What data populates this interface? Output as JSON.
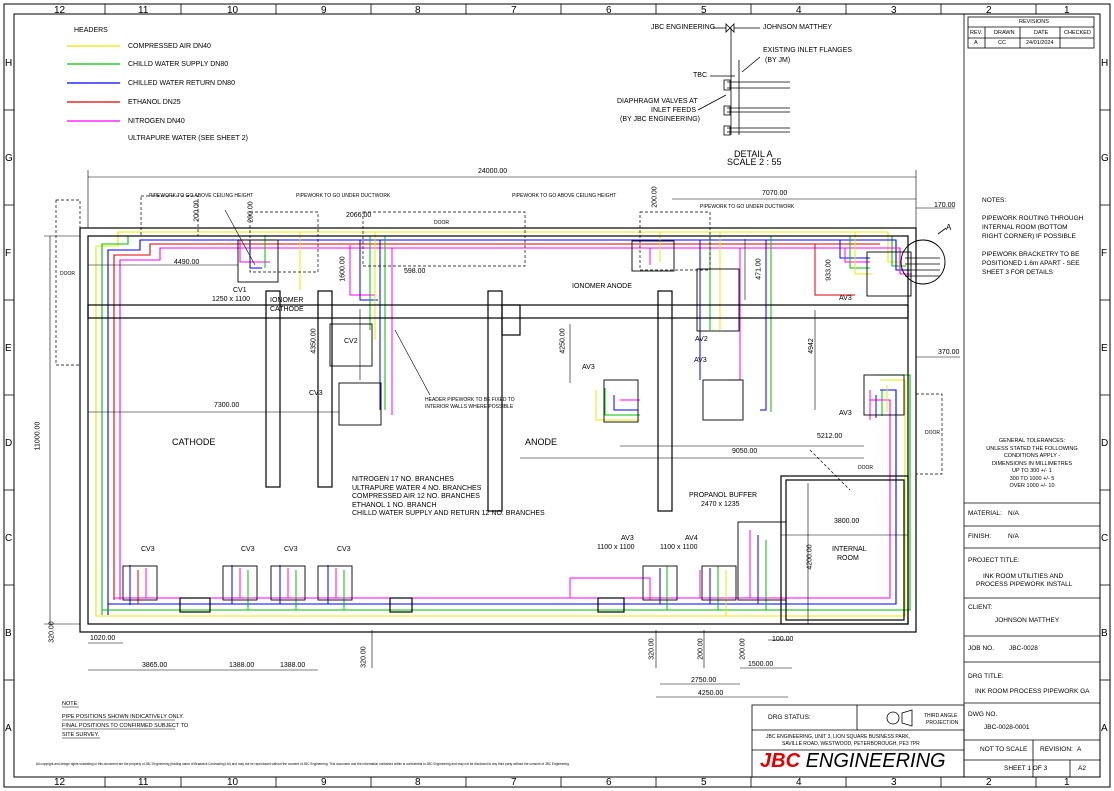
{
  "grid": {
    "top_numbers": [
      "12",
      "11",
      "10",
      "9",
      "8",
      "7",
      "6",
      "5",
      "4",
      "3",
      "2",
      "1"
    ],
    "side_letters": [
      "H",
      "G",
      "F",
      "E",
      "D",
      "C",
      "B",
      "A"
    ]
  },
  "legend": {
    "heading": "HEADERS",
    "items": [
      {
        "label": "COMPRESSED AIR DN40",
        "color": "#e8e800"
      },
      {
        "label": "CHILLD WATER SUPPLY DN80",
        "color": "#00c000"
      },
      {
        "label": "CHILLED WATER RETURN DN80",
        "color": "#0000ff"
      },
      {
        "label": "ETHANOL DN25",
        "color": "#e00000"
      },
      {
        "label": "NITROGEN DN40",
        "color": "#ff00ff"
      },
      {
        "label": "ULTRAPURE WATER (SEE SHEET 2)",
        "color": ""
      }
    ]
  },
  "detail": {
    "jbc": "JBC ENGINEERING",
    "jm": "JOHNSON MATTHEY",
    "flanges": "EXISTING INLET FLANGES",
    "flanges2": "(BY JM)",
    "tbc": "TBC",
    "valves1": "DIAPHRAGM VALVES AT",
    "valves2": "INLET FEEDS",
    "valves3": "(BY JBC ENGINEERING)",
    "title": "DETAIL A",
    "scale": "SCALE 2 : 55",
    "marker": "A"
  },
  "plan": {
    "rooms": {
      "cathode": "CATHODE",
      "anode": "ANODE",
      "internal1": "INTERNAL",
      "internal2": "ROOM"
    },
    "labels": {
      "ceiling1": "PIPEWORK TO GO ABOVE CEILING HEIGHT",
      "duct1": "PIPEWORK TO GO UNDER DUCTWORK",
      "ceiling2": "PIPEWORK TO GO ABOVE CEILING HEIGHT",
      "duct2": "PIPEWORK TO GO UNDER DUCTWORK",
      "door_top": "DOOR",
      "door_left": "DOOR",
      "door_right": "DOOR",
      "door_bottom": "DOOR",
      "cv1": "CV1",
      "cv1_size": "1250 x 1100",
      "ionomer_cathode1": "IONOMER",
      "ionomer_cathode2": "CATHODE",
      "ionomer_anode": "IONOMER ANODE",
      "cv2": "CV2",
      "cv3_mid": "CV3",
      "header_note1": "HEADER PIPEWORK TO BE FIXED TO",
      "header_note2": "INTERIOR WALLS WHERE POSSIBLE",
      "av3_a": "AV3",
      "av3_b": "AV3",
      "av3_c": "AV3",
      "av3_d": "AV3",
      "av2": "AV2",
      "cv3_b1": "CV3",
      "cv3_b2": "CV3",
      "cv3_b3": "CV3",
      "cv3_b4": "CV3",
      "av3_bottom": "AV3",
      "av3_bottom_size": "1100 x 1100",
      "av4": "AV4",
      "av4_size": "1100 x 1100",
      "propanol": "PROPANOL BUFFER",
      "propanol_size": "2470 x 1235"
    },
    "branches": [
      "NITROGEN 17 NO. BRANCHES",
      "ULTRAPURE WATER 4 NO. BRANCHES",
      "COMPRESSED AIR 12 NO. BRANCHES",
      "ETHANOL 1 NO. BRANCH",
      "CHILLD WATER SUPPLY AND RETURN 12 NO. BRANCHES"
    ],
    "dims": {
      "d24000": "24000.00",
      "d7070": "7070.00",
      "d170": "170.00",
      "d200a": "200.00",
      "d200b": "200.00",
      "d200c": "200.00",
      "d2066": "2066.00",
      "d598": "598.00",
      "d4490": "4490.00",
      "d1600": "1600.00",
      "d4350": "4350.00",
      "d4250": "4250.00",
      "d471": "471.00",
      "d933": "933.00",
      "d4942": "4942",
      "d370": "370.00",
      "d7300": "7300.00",
      "d11000": "11000.00",
      "d5212": "5212.00",
      "d9050": "9050.00",
      "d3800": "3800.00",
      "d4200": "4200.00",
      "d320a": "320.00",
      "d1020": "1020.00",
      "d3865": "3865.00",
      "d1388a": "1388.00",
      "d1388b": "1388.00",
      "d320b": "320.00",
      "d320c": "320.00",
      "d200d": "200.00",
      "d200e": "200.00",
      "d100": "100.00",
      "d1500": "1500.00",
      "d2750": "2750.00",
      "d4250b": "4250.00"
    }
  },
  "notes_side": {
    "heading": "NOTES:",
    "n1": [
      "PIPEWORK ROUTING THROUGH",
      "INTERNAL ROOM (BOTTOM",
      "RIGHT CORNER) IF POSSIBLE"
    ],
    "n2": [
      "PIPEWORK BRACKETRY TO BE",
      "POSITIONED 1.6m APART - SEE",
      "SHEET 3 FOR DETAILS"
    ],
    "tol": [
      "GENERAL TOLERANCES:",
      "UNLESS STATED THE FOLLOWING",
      "CONDITIONS APPLY -",
      "DIMENSIONS IN MILLIMETRES",
      "UP TO 300 +/- 1",
      "300 TO 1000 +/- 5",
      "OVER 1000 +/- 10"
    ]
  },
  "revisions": {
    "title": "REVISIONS",
    "headers": [
      "REV.",
      "DRAWN",
      "DATE",
      "CHECKED"
    ],
    "row": [
      "A",
      "CC",
      "24/01/2024",
      ""
    ]
  },
  "titleblock": {
    "material_label": "MATERIAL:",
    "material": "N/A",
    "finish_label": "FINISH:",
    "finish": "N/A",
    "project_label": "PROJECT TITLE:",
    "project1": "INK ROOM UTILITIES AND",
    "project2": "PROCESS PIPEWORK INSTALL",
    "client_label": "CLIENT:",
    "client": "JOHNSON MATTHEY",
    "job_label": "JOB NO.",
    "job": "JBC-0028",
    "drg_title_label": "DRG TITLE:",
    "drg_title": "INK ROOM PROCESS PIPEWORK GA",
    "dwg_label": "DWG NO.",
    "dwg": "JBC-0028-0001",
    "nts": "NOT TO SCALE",
    "revision_label": "REVISION:",
    "revision": "A",
    "sheet": "SHEET 1 OF 3",
    "size": "A2",
    "status_label": "DRG STATUS:",
    "projection1": "THIRD ANGLE",
    "projection2": "PROJECTION",
    "address1": "JBC ENGINEERING, UNIT 3, LION SQUARE BUSINESS PARK,",
    "address2": "SAVILLE ROAD, WESTWOOD, PETERBOROUGH, PE3 7PR",
    "logo_bold": "JBC",
    "logo_rest": " ENGINEERING"
  },
  "note_bottom": {
    "heading": "NOTE:",
    "l1": "PIPE POSITIONS SHOWN INDICATIVELY ONLY.",
    "l2": "FINAL POSITIONS TO CONFIRMED SUBJECT TO",
    "l3": "SITE SURVEY."
  },
  "copyright": "All copyright and design rights subsisting in this document are the property of JBC Engineering (trading name of Bradwick Contracting Ltd) and may not be reproduced without the consent of JBC Engineering. This document and the information contained within is confidential to JBC Engineering and may not be disclosed to any third party without the consent of JBC Engineering."
}
